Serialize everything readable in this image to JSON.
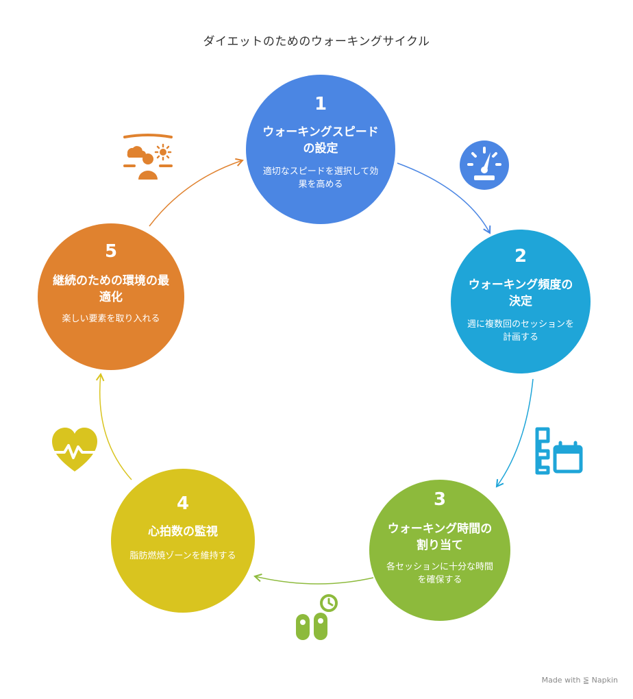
{
  "title": "ダイエットのためのウォーキングサイクル",
  "steps": [
    {
      "number": "1",
      "heading": "ウォーキングスピードの設定",
      "description": "適切なスピードを選択して効果を高める",
      "color": "#4B86E3"
    },
    {
      "number": "2",
      "heading": "ウォーキング頻度の決定",
      "description": "週に複数回のセッションを計画する",
      "color": "#1FA5D8"
    },
    {
      "number": "3",
      "heading": "ウォーキング時間の割り当て",
      "description": "各セッションに十分な時間を確保する",
      "color": "#8DBA3C"
    },
    {
      "number": "4",
      "heading": "心拍数の監視",
      "description": "脂肪燃焼ゾーンを維持する",
      "color": "#D9C41F"
    },
    {
      "number": "5",
      "heading": "継続のための環境の最適化",
      "description": "楽しい要素を取り入れる",
      "color": "#E0822F"
    }
  ],
  "icons": {
    "step1": "speedometer-icon",
    "step2": "calendar-icon",
    "step3": "walking-timer-icon",
    "step4": "heart-rate-icon",
    "step5": "environment-icon"
  },
  "footer": {
    "made_with": "Made with",
    "brand": "Napkin"
  }
}
